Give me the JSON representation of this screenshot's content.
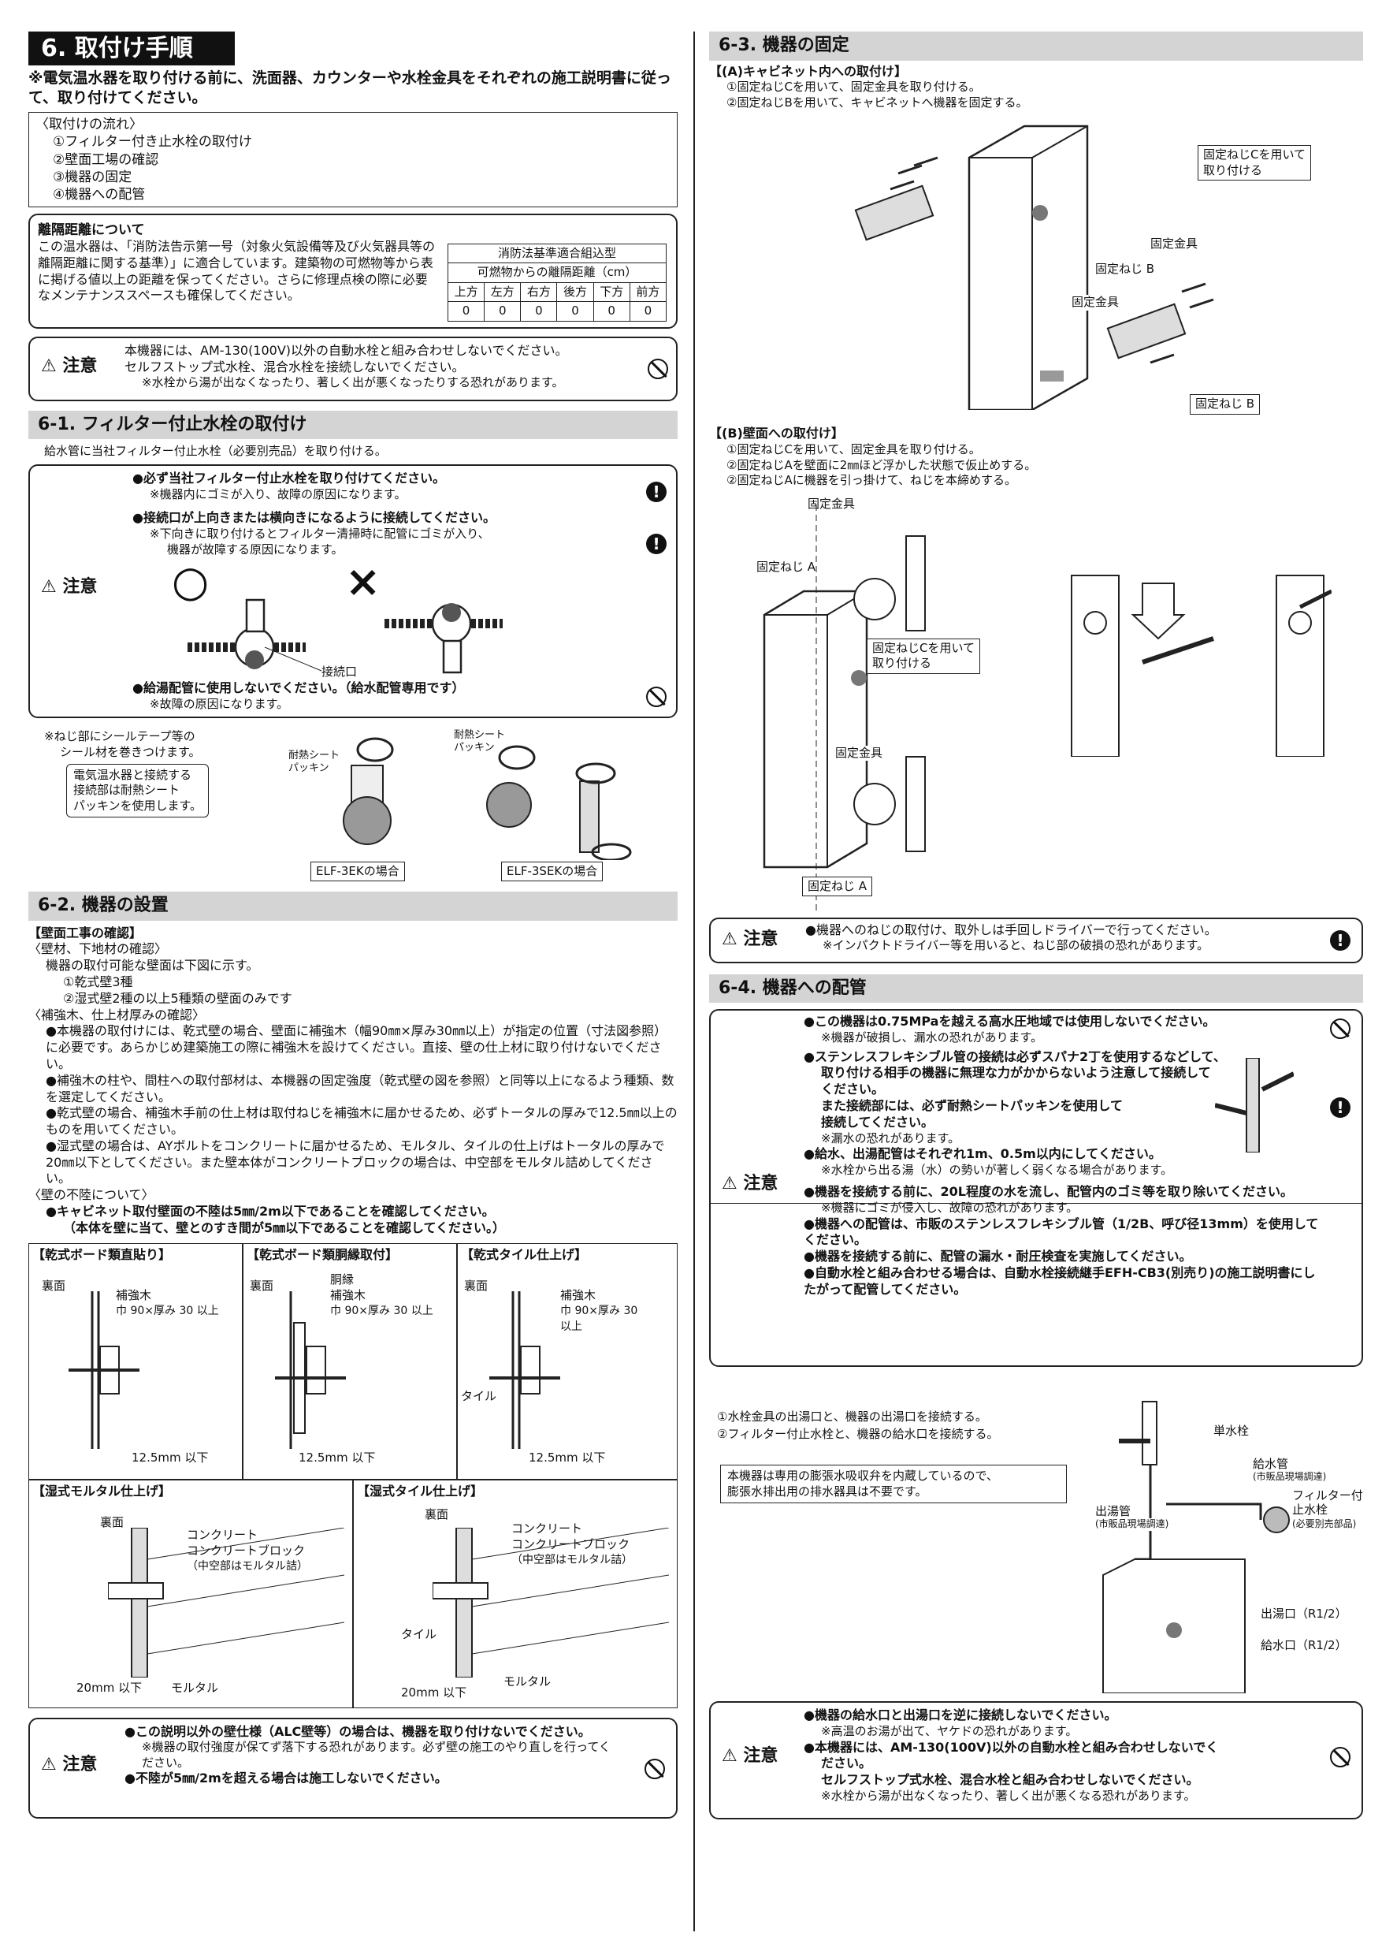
{
  "sec6": {
    "title": "6. 取付け手順",
    "intro": "※電気温水器を取り付ける前に、洗面器、カウンターや水栓金具をそれぞれの施工説明書に従って、取り付けてください。",
    "flow_title": "〈取付けの流れ〉",
    "flow": [
      "①フィルター付き止水栓の取付け",
      "②壁面工場の確認",
      "③機器の固定",
      "④機器への配管"
    ],
    "dist_title": "離隔距離について",
    "dist_text": "この温水器は、「消防法告示第一号（対象火気設備等及び火気器具等の離隔距離に関する基準）」に適合しています。建築物の可燃物等から表に掲げる値以上の距離を保ってください。さらに修理点検の際に必要なメンテナンススペースも確保してください。",
    "table_title": "消防法基準適合組込型",
    "table_sub": "可燃物からの離隔距離（cm）",
    "table_heads": [
      "上方",
      "左方",
      "右方",
      "後方",
      "下方",
      "前方"
    ],
    "table_vals": [
      "0",
      "0",
      "0",
      "0",
      "0",
      "0"
    ],
    "caution_label": "注意",
    "caution1": [
      "本機器には、AM-130(100V)以外の自動水栓と組み合わせしないでください。",
      "セルフストップ式水栓、混合水栓を接続しないでください。",
      "※水栓から湯が出なくなったり、著しく出が悪くなったりする恐れがあります。"
    ]
  },
  "sec61": {
    "title": "6-1. フィルター付止水栓の取付け",
    "lead": "給水管に当社フィルター付止水栓（必要別売品）を取り付ける。",
    "c1": "●必ず当社フィルター付止水栓を取り付けてください。",
    "c1n": "※機器内にゴミが入り、故障の原因になります。",
    "c2": "●接続口が上向きまたは横向きになるように接続してください。",
    "c2n1": "※下向きに取り付けるとフィルター清掃時に配管にゴミが入り、",
    "c2n2": "機器が故障する原因になります。",
    "o_mark": "○",
    "x_mark": "×",
    "conn_label": "接続口",
    "c3": "●給湯配管に使用しないでください。（給水配管専用です）",
    "c3n": "※故障の原因になります。",
    "seal_note1": "※ねじ部にシールテープ等の",
    "seal_note2": "シール材を巻きつけます。",
    "gasket_note": [
      "電気温水器と接続する",
      "接続部は耐熱シート",
      "パッキンを使用します。"
    ],
    "gasket_label1": "耐熱シート",
    "gasket_label2": "パッキン",
    "model1": "ELF-3EKの場合",
    "model2": "ELF-3SEKの場合"
  },
  "sec62": {
    "title": "6-2. 機器の設置",
    "sub": "【壁面工事の確認】",
    "lines": [
      "〈壁材、下地材の確認〉",
      "機器の取付可能な壁面は下図に示す。",
      "①乾式壁3種",
      "②湿式壁2種の以上5種類の壁面のみです",
      "〈補強木、仕上材厚みの確認〉",
      "●本機器の取付けには、乾式壁の場合、壁面に補強木（幅90㎜×厚み30㎜以上）が指定の位置（寸法図参照）に必要です。あらかじめ建築施工の際に補強木を設けてください。直接、壁の仕上材に取り付けないでください。",
      "●補強木の柱や、間柱への取付部材は、本機器の固定強度（乾式壁の図を参照）と同等以上になるよう種類、数を選定してください。",
      "●乾式壁の場合、補強木手前の仕上材は取付ねじを補強木に届かせるため、必ずトータルの厚みで12.5㎜以上のものを用いてください。",
      "●湿式壁の場合は、AYボルトをコンクリートに届かせるため、モルタル、タイルの仕上げはトータルの厚みで20㎜以下としてください。また壁本体がコンクリートブロックの場合は、中空部をモルタル詰めしてください。",
      "〈壁の不陸について〉",
      "●キャビネット取付壁面の不陸は5㎜/2m以下であることを確認してください。",
      "（本体を壁に当て、壁とのすき間が5㎜以下であることを確認してください。）"
    ],
    "p1": "【乾式ボード類直貼り】",
    "p2": "【乾式ボード類胴縁取付】",
    "p3": "【乾式タイル仕上げ】",
    "p4": "【湿式モルタル仕上げ】",
    "p5": "【湿式タイル仕上げ】",
    "ura": "裏面",
    "hokyo": "補強木",
    "hokyo_dim": "巾 90×厚み 30 以上",
    "hokyo_dim2": "巾 90×厚み 30",
    "ijo": "以上",
    "dobuchi": "胴縁",
    "tile": "タイル",
    "dim125": "12.5mm 以下",
    "dim20": "20mm 以下",
    "concrete": "コンクリート",
    "block": "コンクリートブロック",
    "block_note": "（中空部はモルタル詰）",
    "mortar": "モルタル",
    "caution": [
      "●この説明以外の壁仕様（ALC壁等）の場合は、機器を取り付けないでください。",
      "※機器の取付強度が保てず落下する恐れがあります。必ず壁の施工のやり直しを行ってください。",
      "●不陸が5㎜/2mを超える場合は施工しないでください。"
    ]
  },
  "sec63": {
    "title": "6-3. 機器の固定",
    "a_title": "【(A)キャビネット内への取付け】",
    "a_lines": [
      "①固定ねじCを用いて、固定金具を取り付ける。",
      "②固定ねじBを用いて、キャビネットへ機器を固定する。"
    ],
    "a_callout": [
      "固定ねじCを用いて",
      "取り付ける"
    ],
    "kanagu": "固定金具",
    "screwB": "固定ねじ B",
    "screwB2": "固定ねじ B",
    "b_title": "【(B)壁面への取付け】",
    "b_lines": [
      "①固定ねじCを用いて、固定金具を取り付ける。",
      "②固定ねじAを壁面に2㎜ほど浮かした状態で仮止めする。",
      "②固定ねじAに機器を引っ掛けて、ねじを本締めする。"
    ],
    "screwA": "固定ねじ A",
    "b_callout": [
      "固定ねじCを用いて",
      "取り付ける"
    ],
    "caution": [
      "●機器へのねじの取付け、取外しは手回しドライバーで行ってください。",
      "※インパクトドライバー等を用いると、ねじ部の破損の恐れがあります。"
    ]
  },
  "sec64": {
    "title": "6-4. 機器への配管",
    "c": [
      "●この機器は0.75MPaを越える高水圧地域では使用しないでください。",
      "※機器が破損し、漏水の恐れがあります。",
      "●ステンレスフレキシブル管の接続は必ずスパナ2丁を使用するなどして、",
      "取り付ける相手の機器に無理な力がかからないよう注意して接続して",
      "ください。",
      "また接続部には、必ず耐熱シートパッキンを使用して",
      "接続してください。",
      "※漏水の恐れがあります。",
      "●給水、出湯配管はそれぞれ1m、0.5m以内にしてください。",
      "※水栓から出る湯（水）の勢いが著しく弱くなる場合があります。",
      "●機器を接続する前に、20L程度の水を流し、配管内のゴミ等を取り除いてください。",
      "※機器にゴミが侵入し、故障の恐れがあります。",
      "●機器への配管は、市販のステンレスフレキシブル管（1/2B、呼び径13mm）を使用してください。",
      "●機器を接続する前に、配管の漏水・耐圧検査を実施してください。",
      "●自動水栓と組み合わせる場合は、自動水栓接続継手EFH-CB3(別売り)の施工説明書にしたがって配管してください。"
    ],
    "steps": [
      "①水栓金具の出湯口と、機器の出湯口を接続する。",
      "②フィルター付止水栓と、機器の給水口を接続する。"
    ],
    "box": [
      "本機器は専用の膨張水吸収弁を内蔵しているので、",
      "膨張水排出用の排水器具は不要です。"
    ],
    "tansui": "単水栓",
    "kyusui": "給水管",
    "kyusui_n": "(市販品現場調達)",
    "deyu": "出湯管",
    "deyu_n": "(市販品現場調達)",
    "filter": "フィルター付",
    "filter2": "止水栓",
    "filter_n": "(必要別売部品)",
    "out": "出湯口（R1/2）",
    "in": "給水口（R1/2）",
    "caution": [
      "●機器の給水口と出湯口を逆に接続しないでください。",
      "※高温のお湯が出て、ヤケドの恐れがあります。",
      "●本機器には、AM-130(100V)以外の自動水栓と組み合わせしないでく",
      "ださい。",
      "セルフストップ式水栓、混合水栓と組み合わせしないでください。",
      "※水栓から湯が出なくなったり、著しく出が悪くなる恐れがあります。"
    ]
  }
}
